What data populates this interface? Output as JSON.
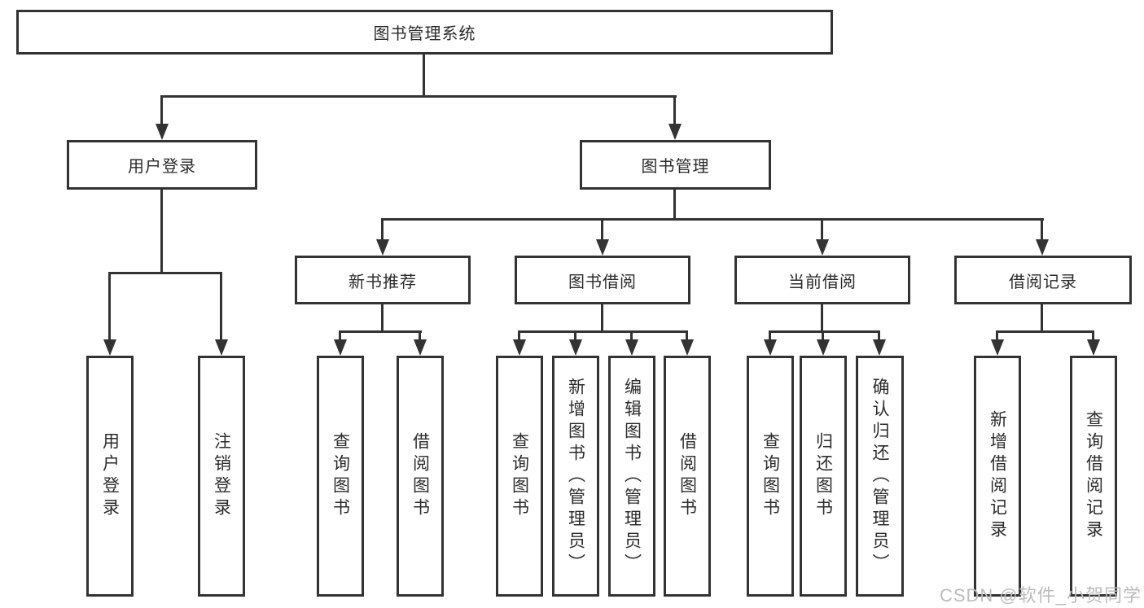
{
  "title_box": {
    "label": "图书管理系统"
  },
  "level1": [
    {
      "label": "用户登录"
    },
    {
      "label": "图书管理"
    }
  ],
  "level2": [
    {
      "label": "新书推荐"
    },
    {
      "label": "图书借阅"
    },
    {
      "label": "当前借阅"
    },
    {
      "label": "借阅记录"
    }
  ],
  "leaves": [
    {
      "label": "用户登录"
    },
    {
      "label": "注销登录"
    },
    {
      "label": "查询图书"
    },
    {
      "label": "借阅图书"
    },
    {
      "label": "查询图书"
    },
    {
      "label": "新增图书（管理员）"
    },
    {
      "label": "编辑图书（管理员）"
    },
    {
      "label": "借阅图书"
    },
    {
      "label": "查询图书"
    },
    {
      "label": "归还图书"
    },
    {
      "label": "确认归还（管理员）"
    },
    {
      "label": "新增借阅记录"
    },
    {
      "label": "查询借阅记录"
    }
  ],
  "watermark": {
    "text": "CSDN @软件_小贺同学"
  },
  "colors": {
    "line": "#333333",
    "text": "#2b2b2b",
    "watermark": "#bcbcbc",
    "background": "#ffffff"
  }
}
